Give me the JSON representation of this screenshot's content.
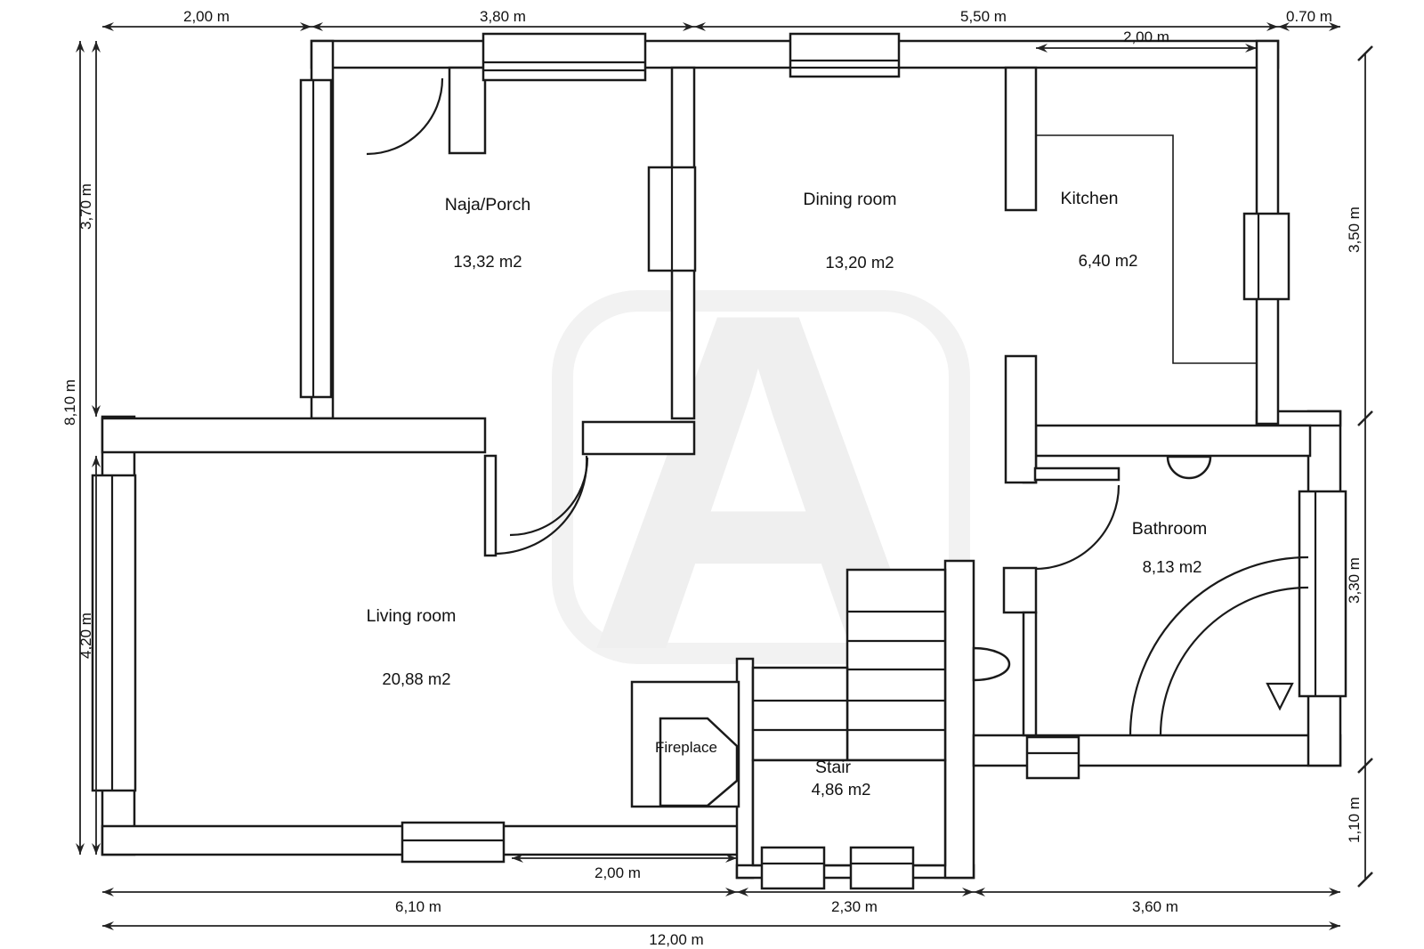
{
  "plan": {
    "watermark_letter": "A",
    "rooms": [
      {
        "name": "Naja/Porch",
        "area": "13,32 m2"
      },
      {
        "name": "Dining room",
        "area": "13,20 m2"
      },
      {
        "name": "Kitchen",
        "area": "6,40 m2"
      },
      {
        "name": "Living room",
        "area": "20,88 m2"
      },
      {
        "name": "Bathroom",
        "area": "8,13 m2"
      },
      {
        "name": "Stair",
        "area": "4,86 m2"
      },
      {
        "name": "Fireplace"
      }
    ],
    "dimensions": {
      "top": [
        "2,00 m",
        "3,80 m",
        "5,50 m",
        "0.70 m"
      ],
      "top_inner": "2,00 m",
      "left_outer": "8,10 m",
      "left_inner": [
        "3,70 m",
        "4,20 m"
      ],
      "right": [
        "3,50 m",
        "3,30 m",
        "1,10 m"
      ],
      "bottom": [
        "6,10 m",
        "2,30 m",
        "3,60 m"
      ],
      "bottom_inner": "2,00 m",
      "bottom_total": "12,00 m"
    },
    "colors": {
      "wall_line": "#1a1a1a",
      "dimension_line": "#222222",
      "text": "#111111",
      "watermark": "#f0f0f0"
    }
  }
}
